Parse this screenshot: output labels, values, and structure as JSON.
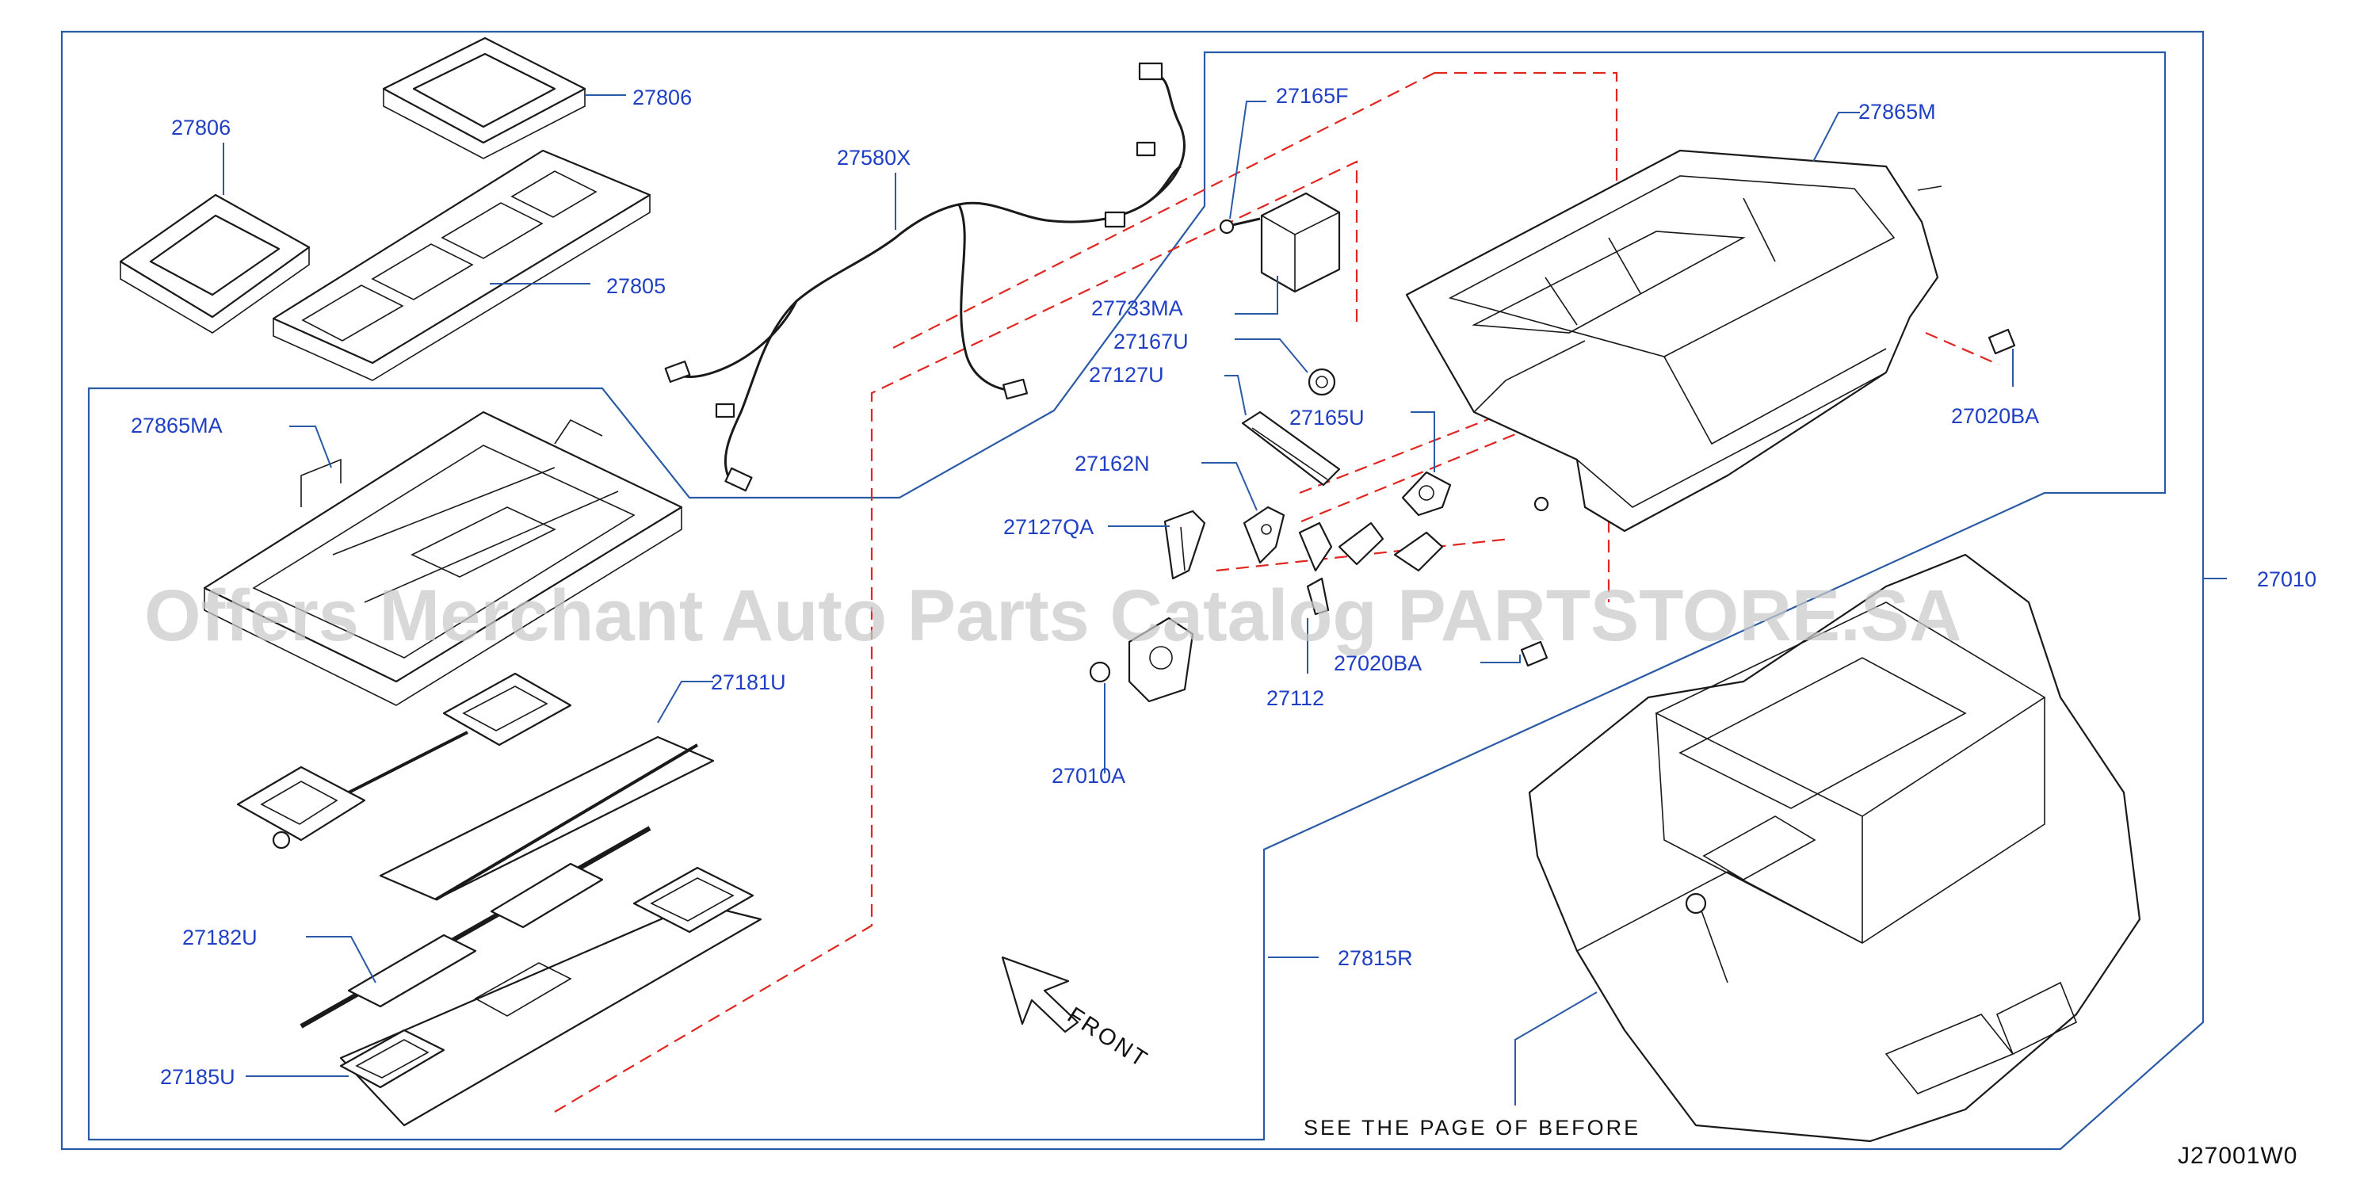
{
  "diagram_code": "J27001W0",
  "watermark": "Offers Merchant Auto Parts Catalog PARTSTORE.SA",
  "front_label": "FRONT",
  "see_page_note": "SEE  THE  PAGE  OF  BEFORE",
  "colors": {
    "callout": "#1f3fc4",
    "frame": "#2b5aa6",
    "dashed_guide": "#e0261f",
    "watermark": "#c9c9c9"
  },
  "callouts": {
    "p27806_left": "27806",
    "p27806_right": "27806",
    "p27805": "27805",
    "p27580X": "27580X",
    "p27165F": "27165F",
    "p27865M": "27865M",
    "p27733MA": "27733MA",
    "p27167U": "27167U",
    "p27127U": "27127U",
    "p27165U": "27165U",
    "p27020BA_right": "27020BA",
    "p27162N": "27162N",
    "p27127QA": "27127QA",
    "p27865MA": "27865MA",
    "p27010": "27010",
    "p27181U": "27181U",
    "p27020BA_mid": "27020BA",
    "p27112": "27112",
    "p27010A": "27010A",
    "p27182U": "27182U",
    "p27815R": "27815R",
    "p27185U": "27185U"
  }
}
